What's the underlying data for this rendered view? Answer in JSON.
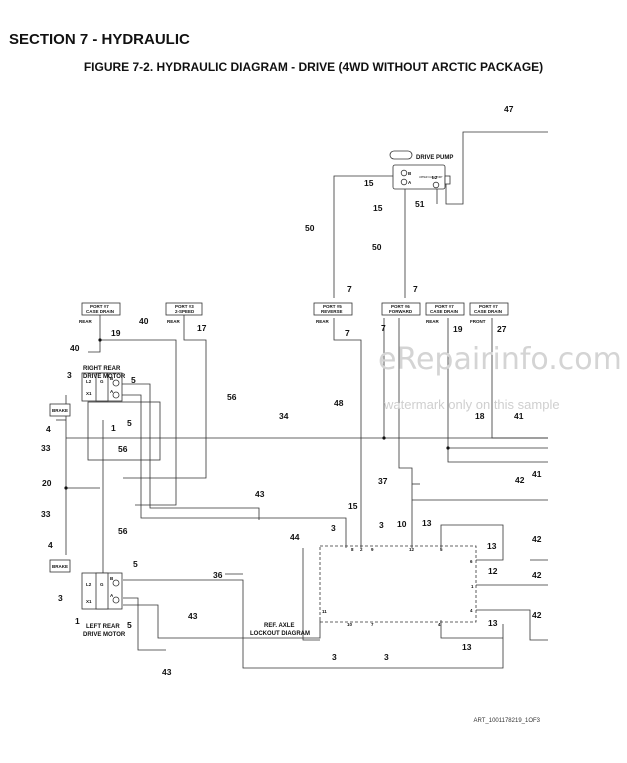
{
  "header": {
    "section": "SECTION 7 - HYDRAULIC",
    "figure": "FIGURE 7-2. HYDRAULIC DIAGRAM - DRIVE (4WD WITHOUT ARCTIC PACKAGE)"
  },
  "watermark": {
    "site": "eRepairinfo.com",
    "note": "watermark only on this sample"
  },
  "art_ref": "ART_1001178219_1OF3",
  "components": {
    "drive_pump": "DRIVE PUMP",
    "pump_ports": {
      "b": "B",
      "a": "A",
      "l2": "L2",
      "case": "UPPER CASE PORT"
    },
    "right_motor": [
      "RIGHT REAR",
      "DRIVE MOTOR"
    ],
    "left_motor": [
      "LEFT REAR",
      "DRIVE MOTOR"
    ],
    "motor_ports": {
      "l2": "L2",
      "x1": "X1",
      "g": "G",
      "b": "B",
      "a": "A"
    },
    "brake_top": "BRAKE",
    "brake_bottom": "BRAKE",
    "axle_lockout": [
      "REF. AXLE",
      "LOCKOUT DIAGRAM"
    ]
  },
  "port_labels": [
    {
      "line1": "PORT #7",
      "line2": "CASE DRAIN",
      "sub": "REAR"
    },
    {
      "line1": "PORT #3",
      "line2": "2-SPEED",
      "sub": "REAR"
    },
    {
      "line1": "PORT #5",
      "line2": "REVERSE",
      "sub": "REAR"
    },
    {
      "line1": "PORT #6",
      "line2": "FORWARD",
      "sub": ""
    },
    {
      "line1": "PORT #7",
      "line2": "CASE DRAIN",
      "sub": "REAR"
    },
    {
      "line1": "PORT #7",
      "line2": "CASE DRAIN",
      "sub": "FRONT"
    }
  ],
  "block_pins": {
    "top": [
      "8",
      "2",
      "9",
      "12",
      "5"
    ],
    "right": [
      "6",
      "1",
      "4"
    ],
    "left": [
      "11"
    ],
    "bottom": [
      "10",
      "7",
      "4"
    ]
  },
  "callouts": [
    "47",
    "15",
    "15",
    "51",
    "50",
    "50",
    "7",
    "7",
    "7",
    "7",
    "19",
    "40",
    "17",
    "40",
    "3",
    "5",
    "5",
    "1",
    "4",
    "56",
    "33",
    "20",
    "33",
    "4",
    "48",
    "19",
    "27",
    "34",
    "56",
    "18",
    "41",
    "41",
    "42",
    "37",
    "43",
    "15",
    "3",
    "3",
    "10",
    "13",
    "44",
    "13",
    "56",
    "5",
    "36",
    "12",
    "42",
    "42",
    "42",
    "3",
    "5",
    "1",
    "5",
    "43",
    "13",
    "3",
    "3",
    "13",
    "43"
  ]
}
